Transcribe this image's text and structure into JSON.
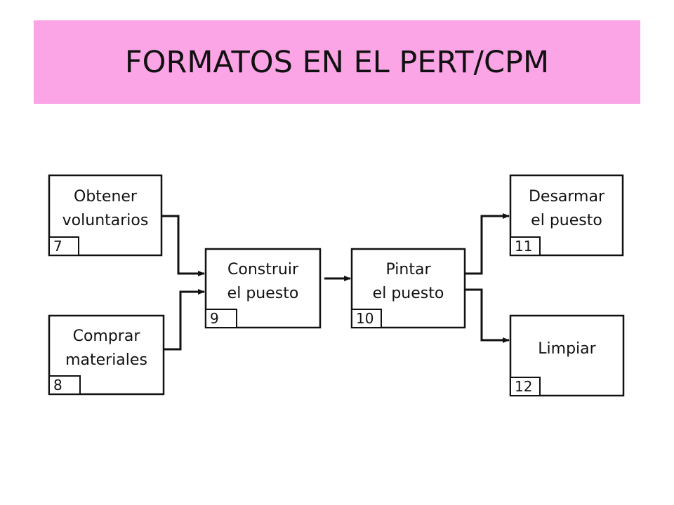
{
  "title": "FORMATOS EN EL PERT/CPM",
  "colors": {
    "title_background": "#FBA4E6",
    "stroke": "#111111",
    "text": "#111111"
  },
  "nodes": [
    {
      "id": "7",
      "label_lines": [
        "Obtener",
        "voluntarios"
      ]
    },
    {
      "id": "8",
      "label_lines": [
        "Comprar",
        "materiales"
      ]
    },
    {
      "id": "9",
      "label_lines": [
        "Construir",
        "el puesto"
      ]
    },
    {
      "id": "10",
      "label_lines": [
        "Pintar",
        "el puesto"
      ]
    },
    {
      "id": "11",
      "label_lines": [
        "Desarmar",
        "el puesto"
      ]
    },
    {
      "id": "12",
      "label_lines": [
        "Limpiar"
      ]
    }
  ],
  "edges": [
    {
      "from": "7",
      "to": "9"
    },
    {
      "from": "8",
      "to": "9"
    },
    {
      "from": "9",
      "to": "10"
    },
    {
      "from": "10",
      "to": "11"
    },
    {
      "from": "10",
      "to": "12"
    }
  ]
}
